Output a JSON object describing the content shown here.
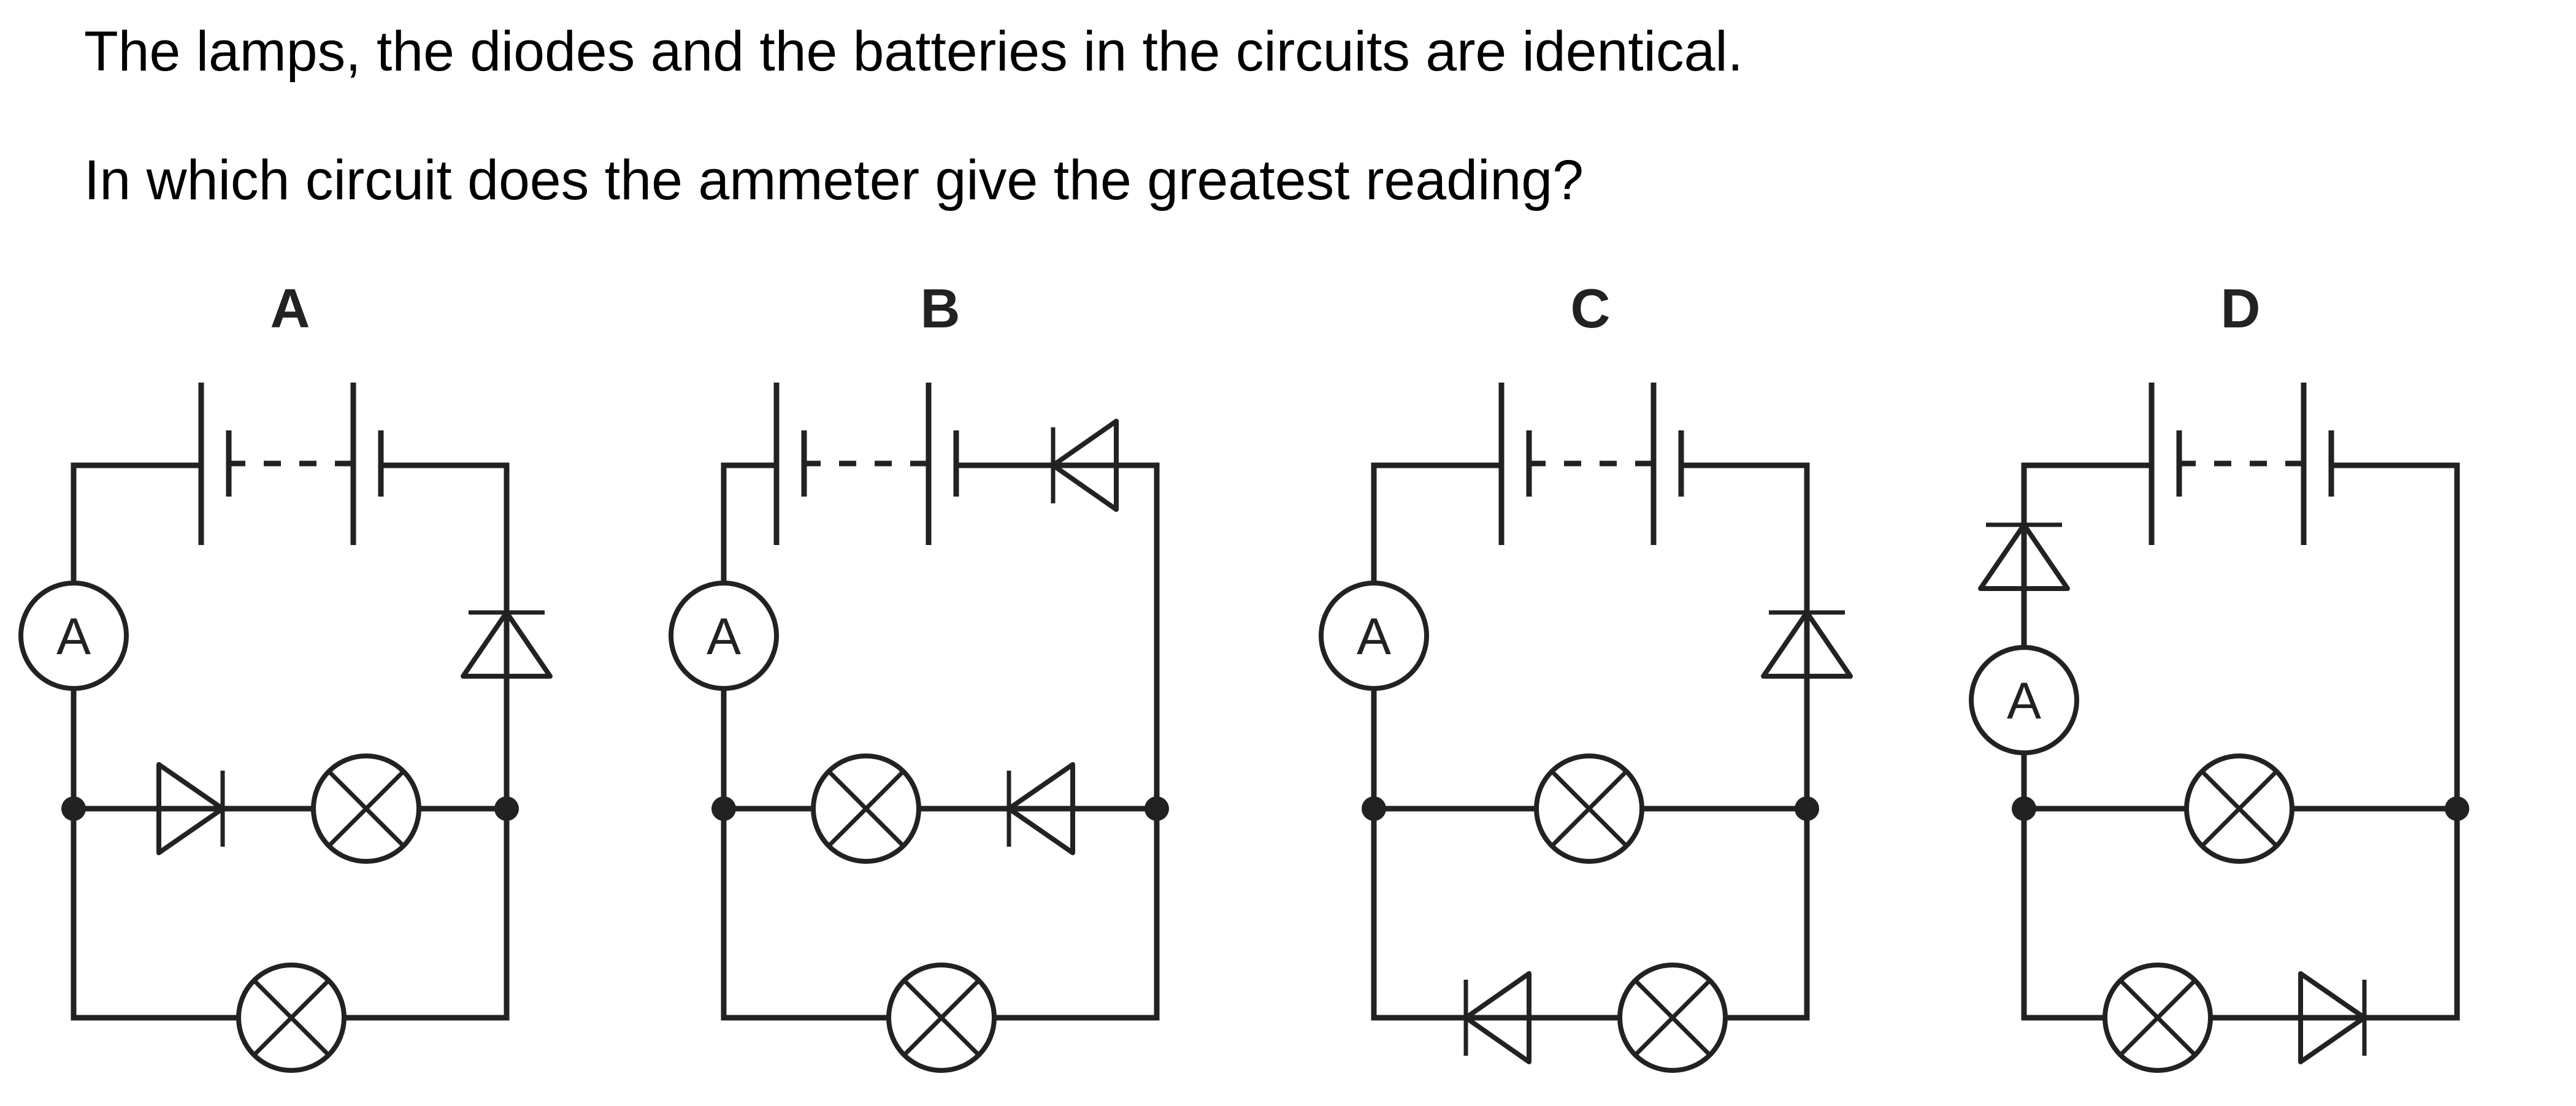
{
  "question": {
    "line1": "The lamps, the diodes and the batteries in the circuits are identical.",
    "line2": "In which circuit does the ammeter give the greatest reading?"
  },
  "colors": {
    "text": "#000000",
    "lines": "#222222",
    "background": "#ffffff"
  },
  "ammeter_symbol": "A",
  "circuits": [
    {
      "label": "A",
      "top_branch": [
        "battery"
      ],
      "left_side": [
        "ammeter"
      ],
      "right_side": [
        "diode-up"
      ],
      "middle_branch": [
        "diode-right",
        "lamp"
      ],
      "bottom_branch": [
        "lamp"
      ]
    },
    {
      "label": "B",
      "top_branch": [
        "battery",
        "diode-left"
      ],
      "left_side": [
        "ammeter"
      ],
      "right_side": [],
      "middle_branch": [
        "lamp",
        "diode-left"
      ],
      "bottom_branch": [
        "lamp"
      ]
    },
    {
      "label": "C",
      "top_branch": [
        "battery"
      ],
      "left_side": [
        "ammeter"
      ],
      "right_side": [
        "diode-up"
      ],
      "middle_branch": [
        "lamp"
      ],
      "bottom_branch": [
        "diode-left",
        "lamp"
      ]
    },
    {
      "label": "D",
      "top_branch": [
        "battery"
      ],
      "left_side": [
        "diode-up",
        "ammeter"
      ],
      "right_side": [],
      "middle_branch": [
        "lamp"
      ],
      "bottom_branch": [
        "lamp",
        "diode-right"
      ]
    }
  ]
}
